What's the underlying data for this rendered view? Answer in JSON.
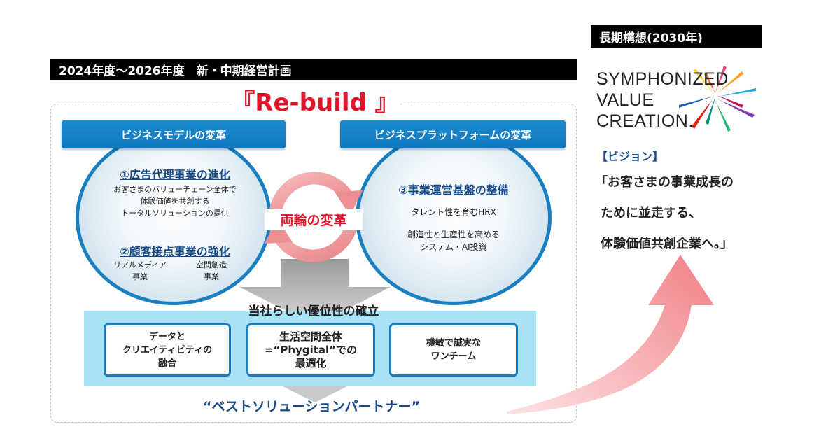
{
  "plan": {
    "header": "2024年度～2026年度　新・中期経営計画",
    "rebuild_title": "『Re-build 』",
    "left_header": "ビジネスモデルの変革",
    "right_header": "ビジネスプラットフォームの変革",
    "left_circle": {
      "item1_title": "①広告代理事業の進化",
      "item1_desc": [
        "お客さまのバリューチェーン全体で",
        "体験価値を共創する",
        "トータルソリューションの提供"
      ],
      "item2_title": "②顧客接点事業の強化",
      "item2_sub_left": [
        "リアルメディア",
        "事業"
      ],
      "item2_sub_right": [
        "空間創造",
        "事業"
      ]
    },
    "right_circle": {
      "item3_title": "③事業運営基盤の整備",
      "desc1": "タレント性を育むHRX",
      "desc2": [
        "創造性と生産性を高める",
        "システム・AI投資"
      ]
    },
    "center_label": "両輪の変革",
    "advantage_title": "当社らしい優位性の確立",
    "boxes": [
      [
        "データと",
        "クリエイティビティの",
        "融合"
      ],
      [
        "生活空間全体",
        "=“Phygital”での",
        "最適化"
      ],
      [
        "機敏で誠実な",
        "ワンチーム"
      ]
    ],
    "partner": "“ベストソリューションパートナー”"
  },
  "vision": {
    "header": "長期構想(2030年)",
    "logo_lines": [
      "SYMPHONIZED",
      "VALUE",
      "CREATION."
    ],
    "label": "【ビジョン】",
    "lines": [
      "「お客さまの事業成長の",
      "ために並走する、",
      "体験価値共創企業へ。」"
    ]
  },
  "colors": {
    "accent_blue": "#1a7fc0",
    "navy": "#1a4a86",
    "rebuild_red": "#e0152a",
    "band_light_blue": "#a9e1f5"
  }
}
